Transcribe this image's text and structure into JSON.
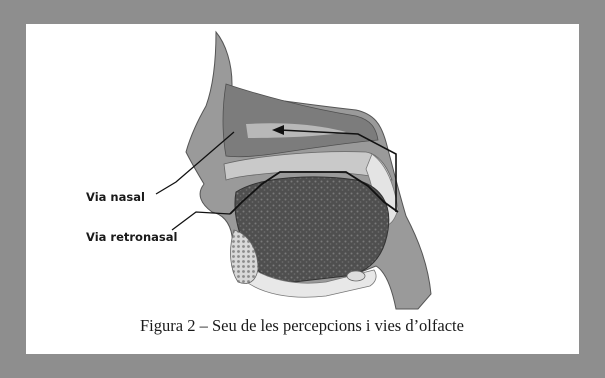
{
  "figure": {
    "labels": {
      "nasal": "Via nasal",
      "retronasal": "Via retronasal"
    },
    "caption": "Figura 2 – Seu de les percepcions i vies d’olfacte",
    "colors": {
      "frame": "#8e8e8e",
      "panel": "#ffffff",
      "tissue": "#9a9a9a",
      "tissue_dark": "#6f6f6f",
      "tongue": "#5a5a5a",
      "line": "#111111"
    }
  }
}
